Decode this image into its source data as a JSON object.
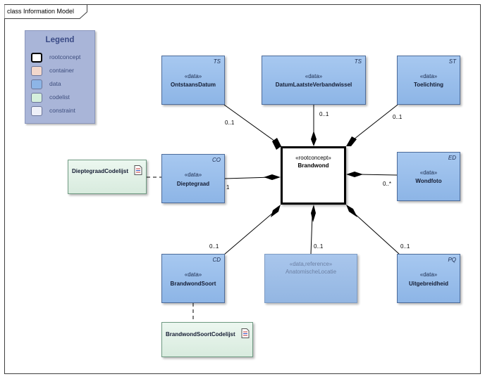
{
  "diagram": {
    "frame_title": "class Information Model"
  },
  "legend": {
    "title": "Legend",
    "items": [
      {
        "label": "rootconcept",
        "color": "#ffffff",
        "border": "#000000"
      },
      {
        "label": "container",
        "color": "#f3d8cc",
        "border": "#8a6a5a"
      },
      {
        "label": "data",
        "color": "#8db5e6",
        "border": "#4d6c9b"
      },
      {
        "label": "codelist",
        "color": "#d5efdc",
        "border": "#6f9a82"
      },
      {
        "label": "constraint",
        "color": "#eef0f8",
        "border": "#6c7699"
      }
    ]
  },
  "root": {
    "stereotype": "«rootconcept»",
    "name": "Brandwond"
  },
  "classes": {
    "ontstaansdatum": {
      "stereotype": "«data»",
      "name": "OntstaansDatum",
      "tag": "TS"
    },
    "datumlaatsteverbandwissel": {
      "stereotype": "«data»",
      "name": "DatumLaatsteVerbandwissel",
      "tag": "TS"
    },
    "toelichting": {
      "stereotype": "«data»",
      "name": "Toelichting",
      "tag": "ST"
    },
    "dieptegraad": {
      "stereotype": "«data»",
      "name": "Dieptegraad",
      "tag": "CO"
    },
    "wondfoto": {
      "stereotype": "«data»",
      "name": "Wondfoto",
      "tag": "ED"
    },
    "brandwondsoort": {
      "stereotype": "«data»",
      "name": "BrandwondSoort",
      "tag": "CD"
    },
    "anatomischelocatie": {
      "stereotype": "«data,reference»",
      "name": "AnatomischeLocatie",
      "tag": ""
    },
    "uitgebreidheid": {
      "stereotype": "«data»",
      "name": "Uitgebreidheid",
      "tag": "PQ"
    }
  },
  "codelists": {
    "dieptegraadcodelijst": {
      "name": "DieptegraadCodelijst"
    },
    "brandwondsoortcodelijst": {
      "name": "BrandwondSoortCodelijst"
    }
  },
  "multiplicities": {
    "ontstaansdatum": "0..1",
    "datumlaatsteverbandwissel": "0..1",
    "toelichting": "0..1",
    "dieptegraad": "1",
    "wondfoto": "0..*",
    "brandwondsoort": "0..1",
    "anatomischelocatie": "0..1",
    "uitgebreidheid": "0..1"
  }
}
